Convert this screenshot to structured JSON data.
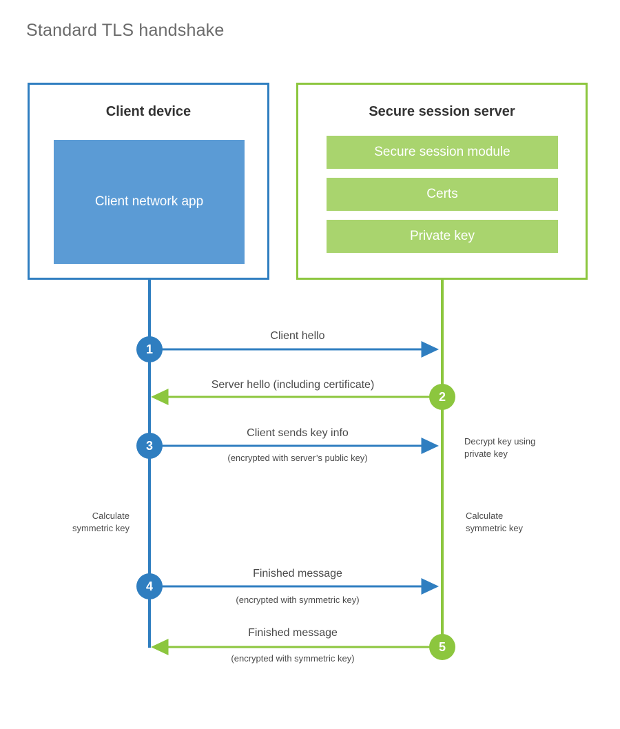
{
  "title": "Standard TLS handshake",
  "colors": {
    "client_border": "#2f7ec0",
    "client_fill": "#5b9bd5",
    "server_border": "#8cc63e",
    "server_fill": "#a9d46e",
    "text": "#4a4a4a",
    "title_text": "#6b6b6b"
  },
  "client": {
    "title": "Client device",
    "app_label": "Client network app"
  },
  "server": {
    "title": "Secure session server",
    "modules": [
      {
        "label": "Secure session module"
      },
      {
        "label": "Certs"
      },
      {
        "label": "Private key"
      }
    ]
  },
  "steps": [
    {
      "number": "1",
      "side": "client",
      "direction": "right",
      "label": "Client hello",
      "sublabel": ""
    },
    {
      "number": "2",
      "side": "server",
      "direction": "left",
      "label": "Server hello (including certificate)",
      "sublabel": ""
    },
    {
      "number": "3",
      "side": "client",
      "direction": "right",
      "label": "Client sends key info",
      "sublabel": "(encrypted with server’s public key)"
    },
    {
      "number": "4",
      "side": "client",
      "direction": "right",
      "label": "Finished message",
      "sublabel": "(encrypted with symmetric key)"
    },
    {
      "number": "5",
      "side": "server",
      "direction": "left",
      "label": "Finished message",
      "sublabel": "(encrypted with symmetric key)"
    }
  ],
  "notes": {
    "decrypt_key": "Decrypt key using\nprivate key",
    "decrypt_key_line1": "Decrypt key using",
    "decrypt_key_line2": "private key",
    "client_calc_line1": "Calculate",
    "client_calc_line2": "symmetric key",
    "server_calc_line1": "Calculate",
    "server_calc_line2": "symmetric key"
  }
}
